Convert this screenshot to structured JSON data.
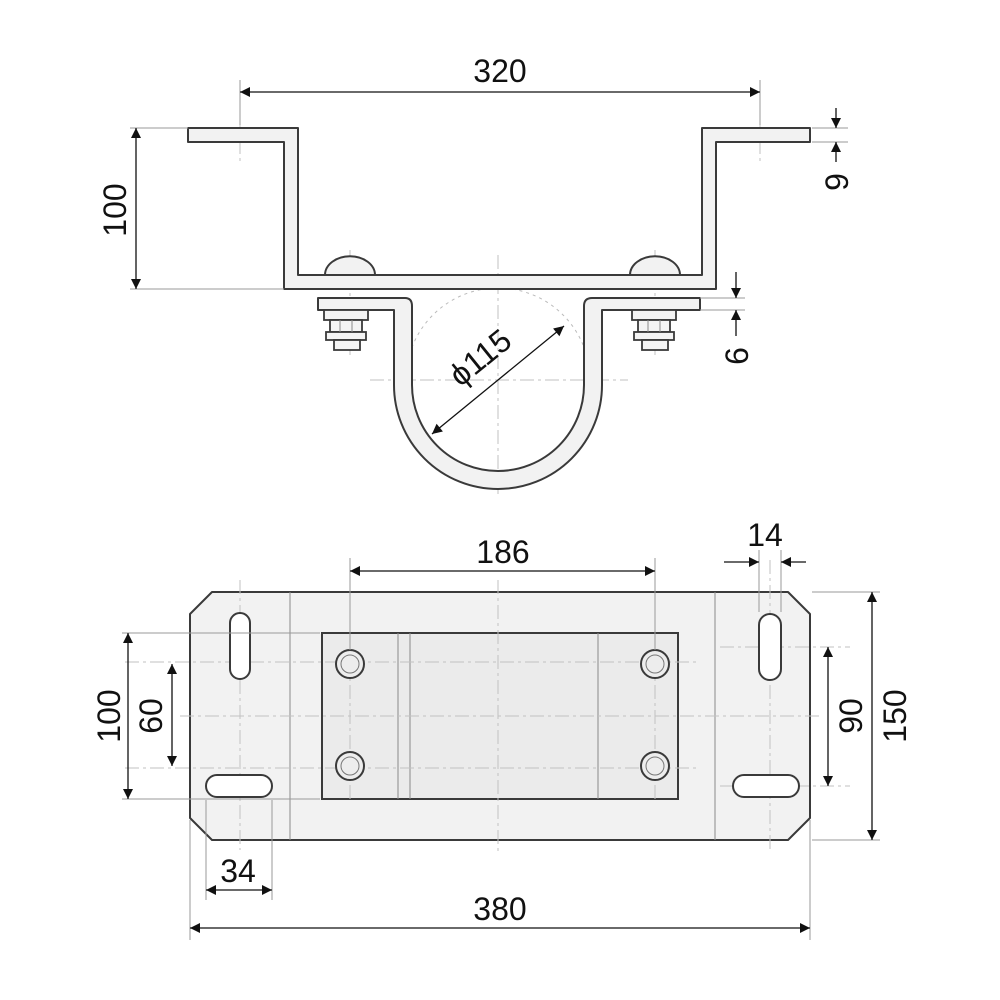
{
  "colors": {
    "background": "#ffffff",
    "part_fill": "#f2f2f2",
    "outline": "#3a3a3a",
    "dimension": "#111111",
    "centerline": "#c2c2c2"
  },
  "front_view": {
    "dim_width": "320",
    "dim_height": "100",
    "dim_flange_thickness": "9",
    "dim_plate_thickness": "6",
    "dim_pipe_diameter": "ϕ115"
  },
  "plan_view": {
    "dim_hole_pitch": "186",
    "dim_slot_width": "14",
    "dim_inner_height": "100",
    "dim_hole_spacing": "60",
    "dim_slot_spacing": "90",
    "dim_overall_height": "150",
    "dim_slot_length": "34",
    "dim_overall_width": "380"
  }
}
